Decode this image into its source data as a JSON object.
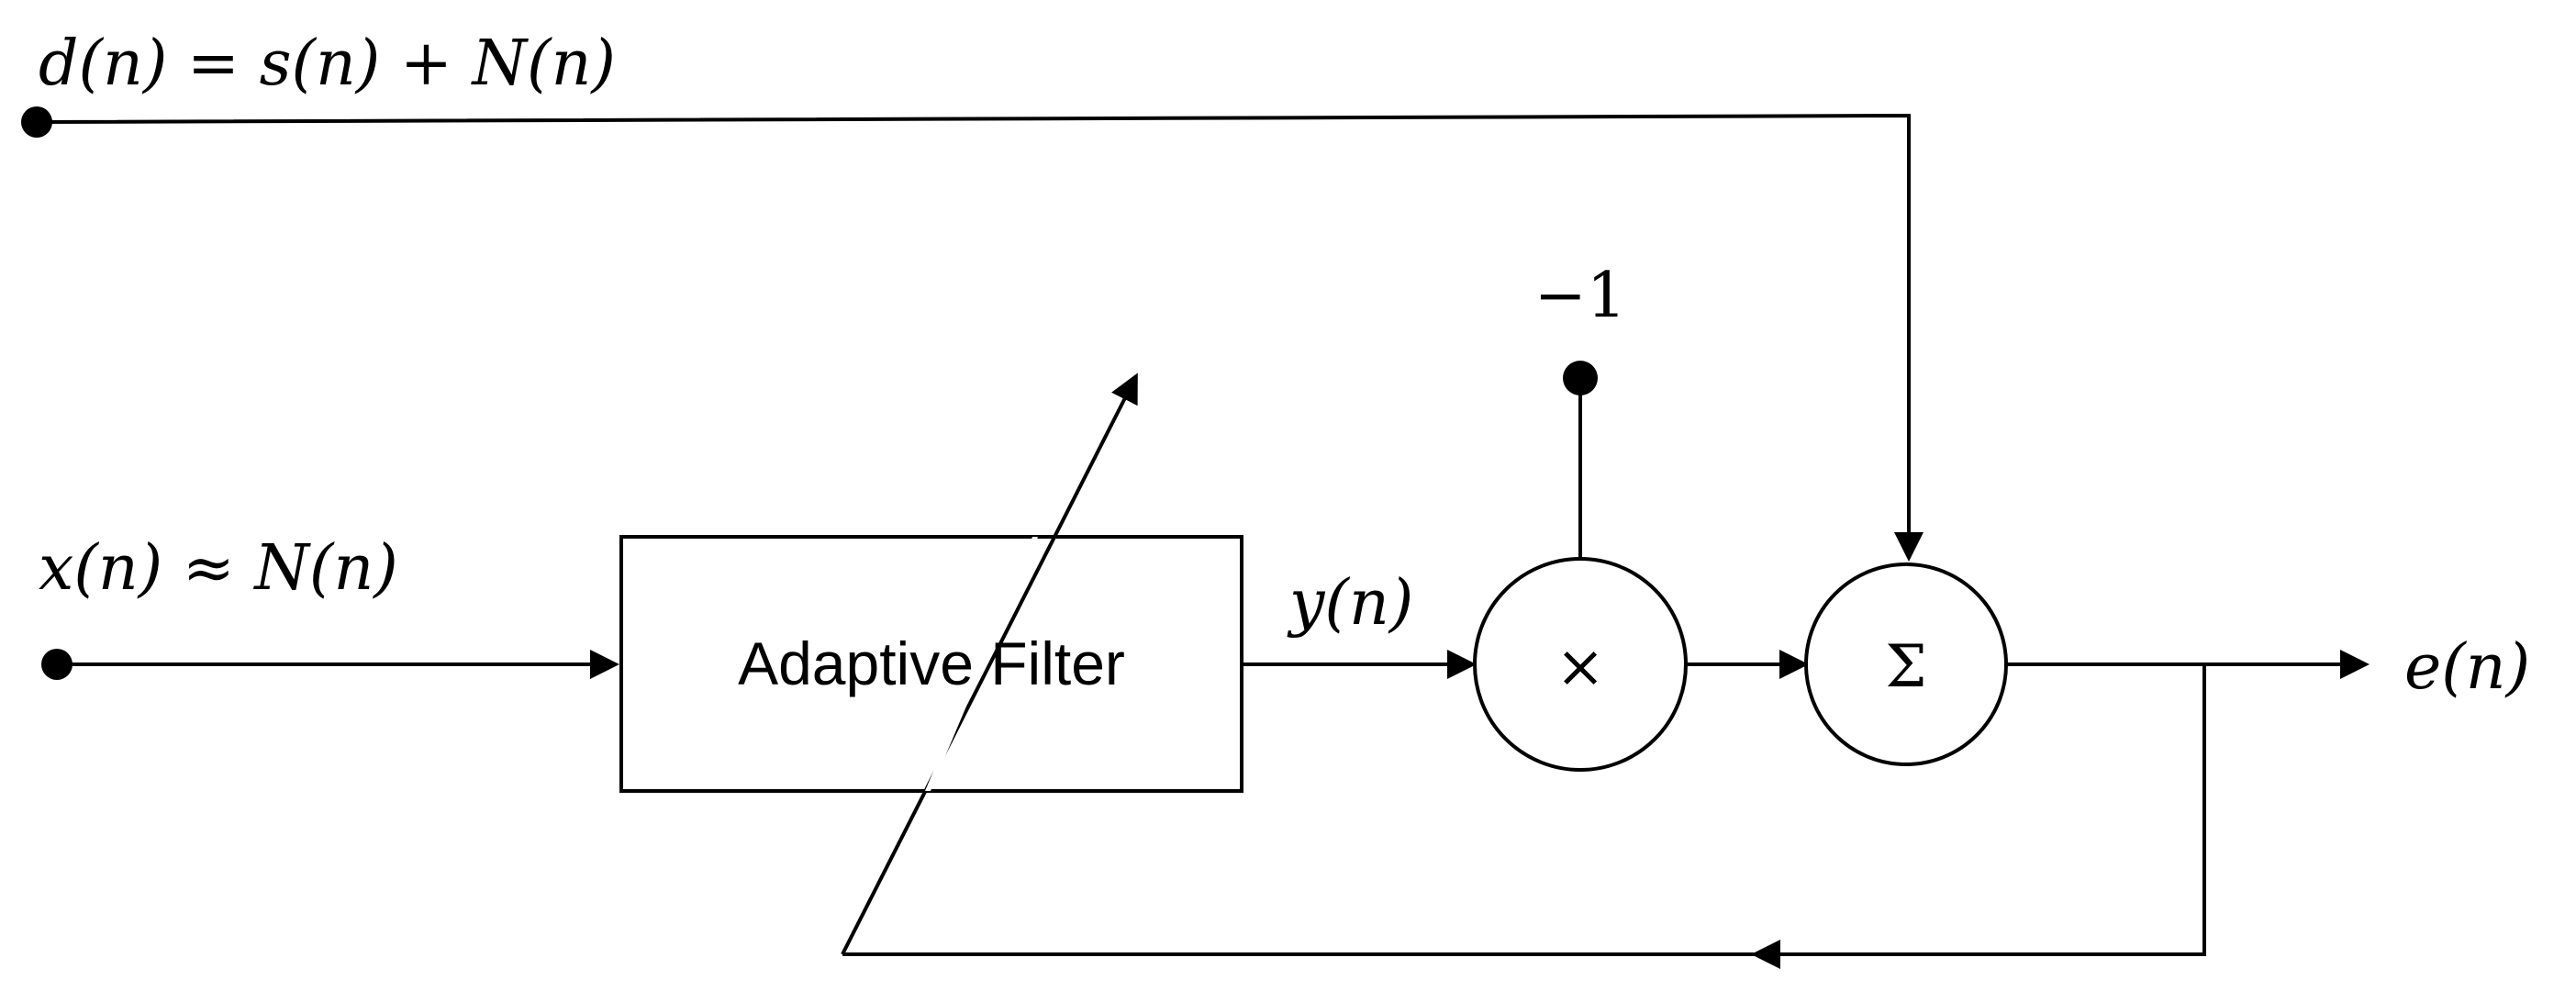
{
  "diagram": {
    "labels": {
      "desired": "d(n) = s(n) + N(n)",
      "input": "x(n) ≈ N(n)",
      "filter_output": "y(n)",
      "error": "e(n)",
      "gain": "−1"
    },
    "filter": {
      "label": "Adaptive Filter"
    },
    "nodes": {
      "multiplier": "×",
      "summer": "Σ"
    }
  }
}
